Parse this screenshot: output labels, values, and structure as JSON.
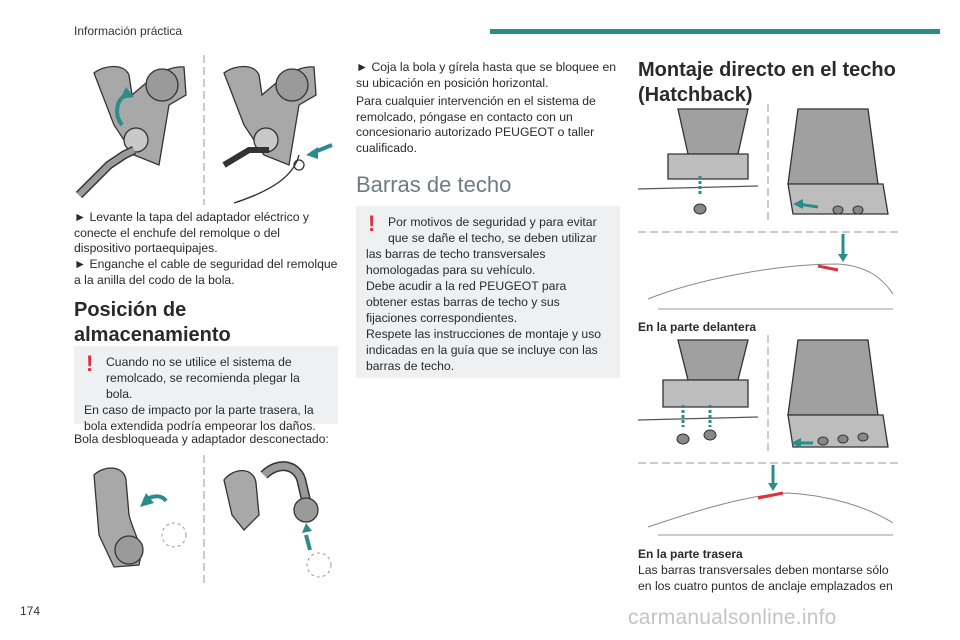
{
  "header": {
    "title": "Información práctica",
    "accent_color": "#2c8c8a"
  },
  "page_number": "174",
  "watermark": "carmanualsonline.info",
  "col1": {
    "step1": "► Levante la tapa del adaptador eléctrico y conecte el enchufe del remolque o del dispositivo portaequipajes.",
    "step2": "► Enganche el cable de seguridad del remolque a la anilla del codo de la bola.",
    "heading": "Posición de almacenamiento",
    "warning_first": "Cuando no se utilice el sistema de remolcado, se recomienda plegar la bola.",
    "warning_rest": "En caso de impacto por la parte trasera, la bola extendida podría empeorar los daños.",
    "caption": "Bola desbloqueada y adaptador desconectado:"
  },
  "col2": {
    "step": "► Coja la bola y gírela hasta que se bloquee en su ubicación en posición horizontal.",
    "para": "Para cualquier intervención en el sistema de remolcado, póngase en contacto con un concesionario autorizado PEUGEOT o taller cualificado.",
    "heading": "Barras de techo",
    "warning_first": "Por motivos de seguridad y para evitar que se dañe el techo, se deben utilizar",
    "warning_rest": "las barras de techo transversales homologadas para su vehículo.\nDebe acudir a la red PEUGEOT para obtener estas barras de techo y sus fijaciones correspondientes.\nRespete las instrucciones de montaje y uso indicadas en la guía que se incluye con las barras de techo."
  },
  "col3": {
    "heading": "Montaje directo en el techo (Hatchback)",
    "caption_front": "En la parte delantera",
    "caption_rear": "En la parte trasera",
    "body": "Las barras transversales deben montarse sólo en los cuatro puntos de anclaje emplazados en"
  },
  "colors": {
    "warning_icon": "#e0303c",
    "warning_bg": "#eef0f1",
    "arrow": "#2c8c8a"
  }
}
